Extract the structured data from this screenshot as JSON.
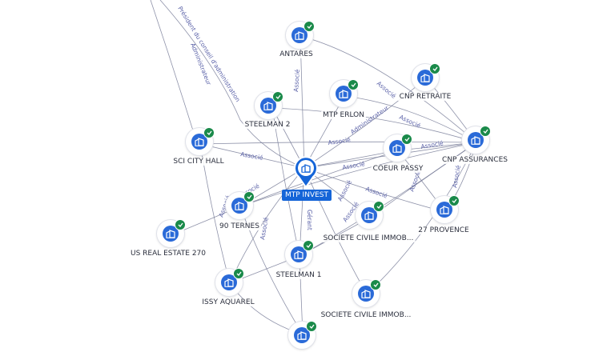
{
  "center": {
    "name": "MTP INVEST"
  },
  "nodes": [
    {
      "id": "antares",
      "name": "ANTARES"
    },
    {
      "id": "cnp-retraite",
      "name": "CNP RETRAITE"
    },
    {
      "id": "steelman-2",
      "name": "STEELMAN 2"
    },
    {
      "id": "mtp-erlon",
      "name": "MTP ERLON"
    },
    {
      "id": "sci-city-hall",
      "name": "SCI CITY HALL"
    },
    {
      "id": "coeur-passy",
      "name": "COEUR PASSY"
    },
    {
      "id": "cnp-assurances",
      "name": "CNP ASSURANCES"
    },
    {
      "id": "90-ternes",
      "name": "90 TERNES"
    },
    {
      "id": "27-provence",
      "name": "27 PROVENCE"
    },
    {
      "id": "societe-civile-immob-1",
      "name": "SOCIETE CIVILE IMMOB..."
    },
    {
      "id": "us-real-estate-270",
      "name": "US REAL ESTATE 270"
    },
    {
      "id": "steelman-1",
      "name": "STEELMAN 1"
    },
    {
      "id": "issy-aquarel",
      "name": "ISSY AQUAREL"
    },
    {
      "id": "societe-civile-immob-2",
      "name": "SOCIETE CIVILE IMMOB..."
    },
    {
      "id": "bottom-node",
      "name": ""
    }
  ],
  "edge_labels": [
    "Président du conseil d'administration",
    "Administrateur",
    "Associé",
    "Gérant",
    "Administrateur"
  ]
}
